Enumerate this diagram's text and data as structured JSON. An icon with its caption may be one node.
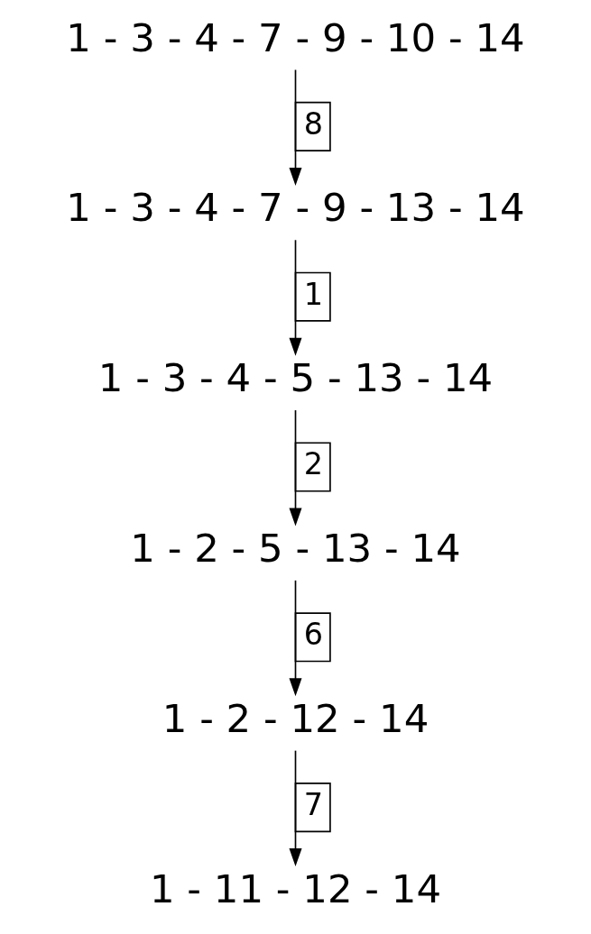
{
  "diagram": {
    "nodes": [
      {
        "text": [
          "1 - 3 - 4 - 7 - 9 - 10 - 14"
        ]
      },
      {
        "text": [
          "1 - 3 - 4 - 7 - 9 - 13 - 14"
        ]
      },
      {
        "text": [
          "1 - 3 - 4 - 5 - 13 - 14"
        ]
      },
      {
        "text": [
          "1 - 2 - 5 - 13 - 14"
        ]
      },
      {
        "text": [
          "1 - 2 - 12 - 14"
        ]
      },
      {
        "text": [
          "1 - 11 - 12 - 14"
        ]
      }
    ],
    "edges": [
      {
        "from": 0,
        "to": 1,
        "arrow": "to",
        "label": "8"
      },
      {
        "from": 1,
        "to": 2,
        "arrow": "to",
        "label": "1"
      },
      {
        "from": 2,
        "to": 3,
        "arrow": "to",
        "label": "2"
      },
      {
        "from": 3,
        "to": 4,
        "arrow": "to",
        "label": "6"
      },
      {
        "from": 4,
        "to": 5,
        "arrow": "to",
        "label": "7"
      }
    ]
  }
}
